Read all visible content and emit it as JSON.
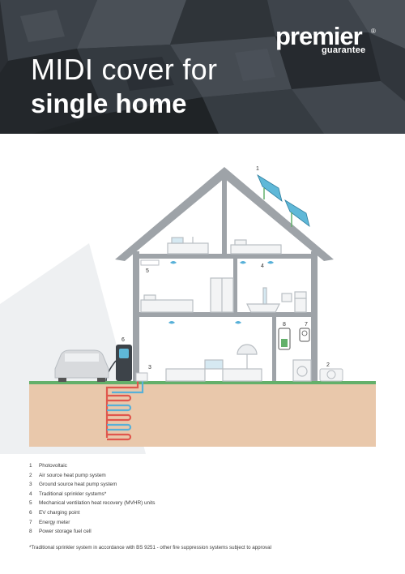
{
  "header": {
    "title_line1": "MIDI cover for",
    "title_line2": "single home",
    "logo_word": "premier",
    "logo_sub": "guarantee",
    "logo_mark": "®"
  },
  "diagram": {
    "callouts": [
      "1",
      "2",
      "3",
      "4",
      "5",
      "6",
      "7",
      "8"
    ]
  },
  "legend": [
    {
      "num": "1",
      "label": "Photovoltaic"
    },
    {
      "num": "2",
      "label": "Air source heat pump system"
    },
    {
      "num": "3",
      "label": "Ground source heat pump system"
    },
    {
      "num": "4",
      "label": "Traditional sprinkler systems*"
    },
    {
      "num": "5",
      "label": "Mechanical ventilation heat recovery (MVHR) units"
    },
    {
      "num": "6",
      "label": "EV charging point"
    },
    {
      "num": "7",
      "label": "Energy meter"
    },
    {
      "num": "8",
      "label": "Power storage fuel cell"
    }
  ],
  "footnote": "*Traditional sprinkler system in accordance with BS 9251 - other fire suppression systems subject to approval",
  "colors": {
    "hero_bg": "#2b2f34",
    "house_grey": "#9ea3a8",
    "ground": "#e9c8ab",
    "grass": "#63b06a",
    "solar_panel": "#5fb8d8",
    "pipe_red": "#e0574d",
    "pipe_blue": "#57b0d8"
  }
}
